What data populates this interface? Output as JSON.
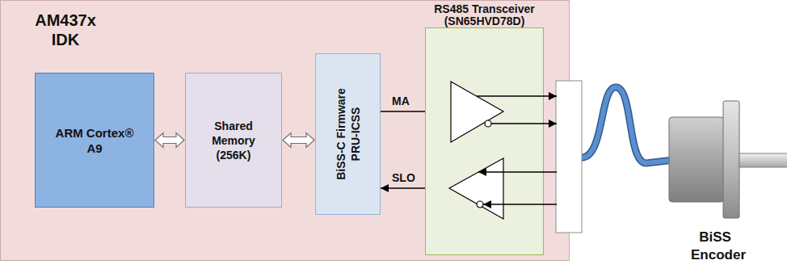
{
  "diagram": {
    "nodes": [
      {
        "text": [
          "AM437x IDK"
        ]
      },
      {
        "text": [
          "ARM Cortex® A9"
        ],
        "in": 0
      },
      {
        "text": [
          "Shared Memory (256K)"
        ],
        "in": 0
      },
      {
        "text": [
          "BiSS-C Firmware PRU-ICSS"
        ],
        "in": 0
      },
      {
        "text": [
          "RS485 Transceiver (SN65HVD78D)"
        ],
        "in": 0
      },
      {
        "text": [
          "BiSS Encoder"
        ]
      }
    ],
    "edges": [
      {
        "from": 1,
        "to": 2,
        "arrow": "both"
      },
      {
        "from": 2,
        "to": 3,
        "arrow": "both"
      },
      {
        "from": 3,
        "to": 4,
        "arrow": "to",
        "label": "MA"
      },
      {
        "from": 4,
        "to": 3,
        "arrow": "to",
        "label": "SLO"
      }
    ]
  }
}
